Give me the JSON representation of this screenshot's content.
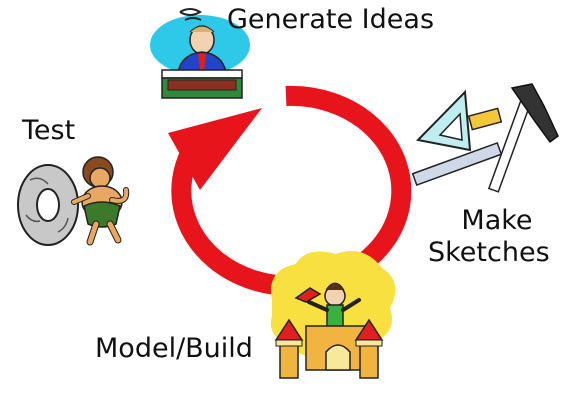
{
  "steps": {
    "generate": "Generate Ideas",
    "sketch_line1": "Make",
    "sketch_line2": "Sketches",
    "build": "Model/Build",
    "test": "Test"
  },
  "colors": {
    "arrow": "#e8141c",
    "cloud": "#2ec8e8",
    "desk": "#2e8a3a",
    "suit": "#2244c8",
    "caveman_skin": "#e8a862",
    "caveman_fur": "#3a7a2a",
    "castle": "#f2b440",
    "castle_roof": "#e02020",
    "cloud_bg": "#f7e040"
  }
}
